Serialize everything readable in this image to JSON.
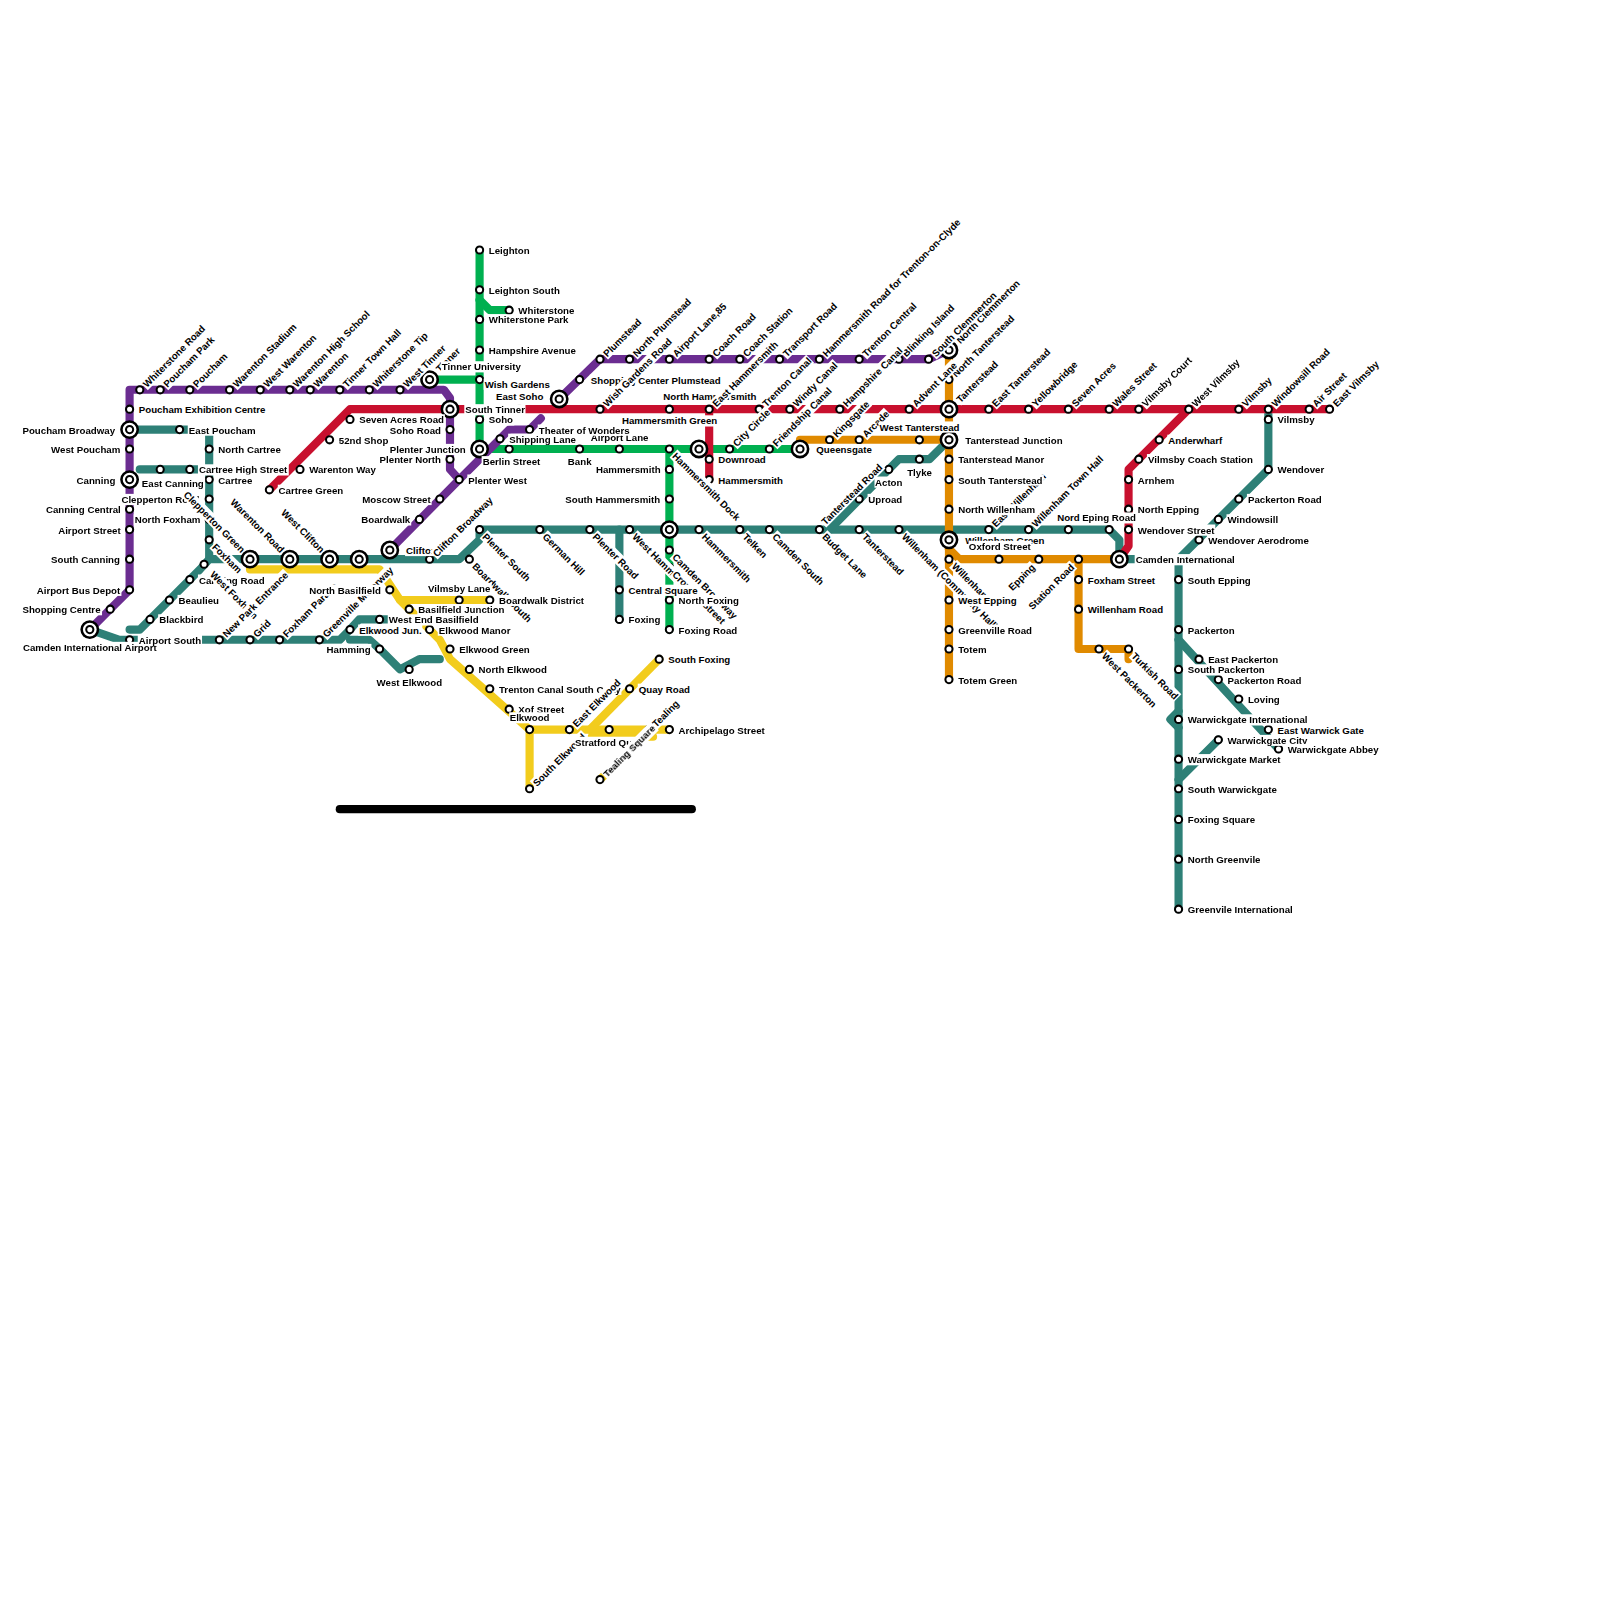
{
  "diagram": {
    "labels": [
      "Whiterstone Road",
      "Poucham Park",
      "Poucham",
      "Warenton Stadium",
      "West Warenton",
      "Warenton High School",
      "Warenton",
      "Tinner Town Hall",
      "Whiterstone Tip",
      "West Tinner",
      "Tinner",
      "Tinner University",
      "Leighton",
      "Leighton South",
      "Whiterstone",
      "Whiterstone Park",
      "Hampshire Avenue",
      "Poucham Exhibition Centre",
      "Poucham Broadway",
      "West Poucham",
      "Canning",
      "East Canning",
      "Cartree High Street",
      "East Poucham",
      "North Cartree",
      "Cartree",
      "Clepperton Road",
      "Canning Central",
      "North Foxham",
      "Foxham",
      "Airport Street",
      "South Canning",
      "Airport Bus Depot",
      "Shopping Centre",
      "Camden International Airport",
      "Airport South",
      "Blackbird",
      "Beaulieu",
      "Canning Road",
      "West Foxham",
      "Clepperton Green",
      "Warenton Road",
      "West Clifton",
      "Clifton",
      "Clifton Broadway",
      "Plenter South",
      "Boardwalk South",
      "German Hill",
      "Plenter Road",
      "West Hammersmith",
      "Hammersmith",
      "Camden Broadway",
      "Croydon Street",
      "Telken",
      "Camden South",
      "Budget Lane",
      "Tanterstead",
      "Willenham (Community Hall)",
      "Willenham Green",
      "Willenham",
      "East Willenham",
      "Willenham Town Hall",
      "Nord",
      "Eping Road",
      "Camden International",
      "Oxford Street",
      "Epping",
      "Station Road",
      "Foxham Street",
      "Willenham Road",
      "West Packerton",
      "Turkish Road",
      "West Epping",
      "Greenville Road",
      "Totem",
      "Totem Green",
      "North Willenham",
      "South Tanterstead",
      "Tanterstead Manor",
      "Tanterstead Junction",
      "Tanterstead",
      "North Tanterstead",
      "North Clemmerton",
      "South Clemmerton",
      "Blinking Island",
      "Trenton Central",
      "Hammersmith Road for Trenton-on-Clyde",
      "Transport Road",
      "Coach Station",
      "Coach Road",
      "Airport Lane,85",
      "North Plumstead",
      "Plumstead",
      "Shopping Center Plumstead",
      "Wish Gardens",
      "Wish Gardens Road",
      "East Soho",
      "North Hammersmith",
      "Hammersmith Green",
      "East Hammersmith",
      "Downroad",
      "Hammersmith",
      "City Circle",
      "Trenton Canal",
      "Windy Canal",
      "Friendship Canal",
      "Hampshire Canal",
      "Kingsgate",
      "Arcade",
      "Advent Lane",
      "West Tanterstead",
      "Tlyke",
      "Acton",
      "Uproad",
      "Tanterstead Road",
      "Queensgate",
      "Airport Lane",
      "Bank",
      "Berlin Street",
      "Plenter Junction",
      "Plenter North",
      "Soho Road",
      "South Tinner",
      "Soho",
      "Shipping Lane",
      "Theater of Wonders",
      "Plenter West",
      "Moscow Street",
      "Boardwalk",
      "Seven Acres Road",
      "52nd Shop",
      "Warenton Way",
      "Cartree Green",
      "Hammersmith",
      "South Hammersmith",
      "Central Square",
      "Foxing",
      "North Foxing",
      "Foxing Road",
      "Hammersmith Dock",
      "New Park Entrance",
      "Grid",
      "Foxham Parade",
      "Greenville Motorway",
      "Elkwood Jun.",
      "Hamming",
      "West Elkwood",
      "West End Basilfield",
      "North Basilfield",
      "Vilmsby Lane",
      "Boardwalk District",
      "Basilfield Junction",
      "Elkwood Manor",
      "Elkwood Green",
      "North Elkwood",
      "Trenton Canal South Quay",
      "Xof Street",
      "Elkwood",
      "South Elkwood",
      "East Elkwood",
      "Stratford Quay",
      "Quay Road",
      "South Foxing",
      "Tealing",
      "Archipelago Street",
      "Tealing Square",
      "East Tanterstead",
      "Yellowbridge",
      "Seven Acres",
      "Wales Street",
      "Vilmsby Court",
      "West Vilmsby",
      "Vilmsby",
      "Windowsill Road",
      "Air Street",
      "East Vilmsby",
      "Anderwharf",
      "Vilmsby Coach Station",
      "Arnhem",
      "North Epping",
      "Wendover Street",
      "Wendover Aerodrome",
      "Windowsill",
      "Packerton Road",
      "Wendover",
      "Vilmsby",
      "South Epping",
      "Packerton",
      "East Packerton",
      "South Packerton",
      "Packerton Road",
      "Loving",
      "Warwickgate International",
      "East Warwick Gate",
      "Warwickgate City",
      "Warwickgate Abbey",
      "Warwickgate Market",
      "South Warwickgate",
      "Foxing Square",
      "North Greenvile",
      "Greenvile International"
    ]
  }
}
